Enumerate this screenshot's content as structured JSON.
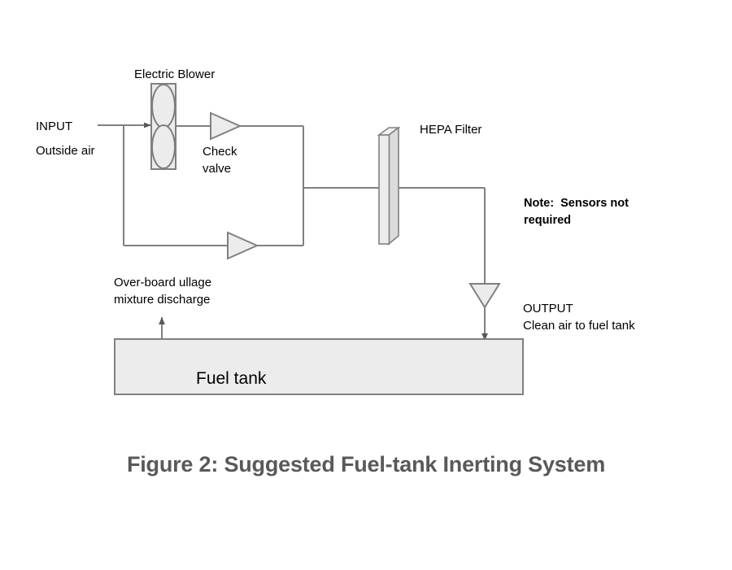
{
  "figure": {
    "caption": "Figure 2: Suggested Fuel-tank Inerting System"
  },
  "diagram": {
    "title": "Suggested Fuel-tank Inerting System",
    "colors": {
      "stroke": "#808080",
      "fill": "#ececec",
      "fill_top": "#f2f2f2",
      "fill_side": "#dcdcdc",
      "text": "#000000",
      "caption_text": "#595959"
    },
    "labels": {
      "electric_blower": "Electric Blower",
      "input_line1": "INPUT",
      "input_line2": "Outside air",
      "check_valve_line1": "Check",
      "check_valve_line2": "valve",
      "hepa_filter": "HEPA Filter",
      "note_line1": "Note:  Sensors not",
      "note_line2": "required",
      "discharge_line1": "Over-board ullage",
      "discharge_line2": "mixture discharge",
      "output_line1": "OUTPUT",
      "output_line2": "Clean air to fuel tank",
      "fuel_tank": "Fuel tank"
    },
    "components": [
      {
        "name": "electric-blower",
        "type": "blower",
        "label": "Electric Blower"
      },
      {
        "name": "check-valve-upper",
        "type": "check-valve",
        "label": "Check valve"
      },
      {
        "name": "check-valve-lower",
        "type": "check-valve",
        "label": ""
      },
      {
        "name": "hepa-filter",
        "type": "filter-3d",
        "label": "HEPA Filter"
      },
      {
        "name": "output-valve",
        "type": "check-valve-down",
        "label": ""
      },
      {
        "name": "fuel-tank",
        "type": "tank",
        "label": "Fuel tank"
      }
    ],
    "flows": [
      {
        "name": "input-flow",
        "label": "INPUT Outside air",
        "direction": "right"
      },
      {
        "name": "output-flow",
        "label": "OUTPUT Clean air to fuel tank",
        "direction": "down"
      },
      {
        "name": "discharge-flow",
        "label": "Over-board ullage mixture discharge",
        "direction": "up"
      }
    ]
  }
}
